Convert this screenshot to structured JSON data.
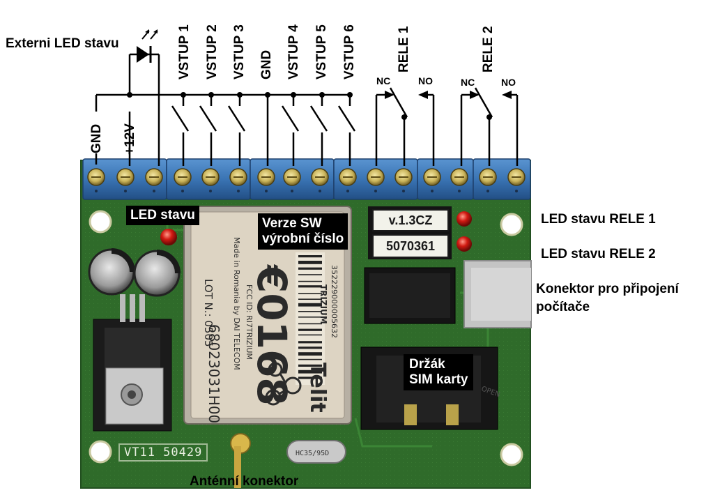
{
  "top_labels": {
    "externi_led": "Externi LED stavu",
    "gnd_left": "GND",
    "plus12v": "+12V",
    "vstup1": "VSTUP 1",
    "vstup2": "VSTUP 2",
    "vstup3": "VSTUP 3",
    "gnd_mid": "GND",
    "vstup4": "VSTUP 4",
    "vstup5": "VSTUP 5",
    "vstup6": "VSTUP 6",
    "rele1": "RELE 1",
    "rele2": "RELE 2",
    "nc1": "NC",
    "no1": "NO",
    "nc2": "NC",
    "no2": "NO"
  },
  "board_labels": {
    "led_stavu": "LED stavu",
    "verze_sw_line1": "Verze SW",
    "verze_sw_line2": "výrobní číslo",
    "version_value": "v.1.3CZ",
    "serial_value": "5070361",
    "drzak_line1": "Držák",
    "drzak_line2": "SIM karty",
    "pcb_marking": "VT11 50429"
  },
  "side_labels": {
    "led_rele1": "LED stavu RELE 1",
    "led_rele2": "LED stavu RELE 2",
    "konektor_line1": "Konektor pro připojení",
    "konektor_line2": "počítače"
  },
  "bottom_labels": {
    "antenna": "Anténní konektor"
  },
  "module_text": {
    "brand": "Telit",
    "big_number": "€0168",
    "lot": "LOT N.: 0505",
    "made_in": "Made in Romania by DAI TELECOM",
    "fcc": "FCC ID: RI7TRIZIUM",
    "model": "TRIZIUM",
    "serial": "68023031H00",
    "imei": "352229000005632",
    "crystal": "HC35/95D"
  },
  "colors": {
    "pcb": "#2f6b2a",
    "terminal": "#3d78b8",
    "led_red": "#d11a12"
  }
}
